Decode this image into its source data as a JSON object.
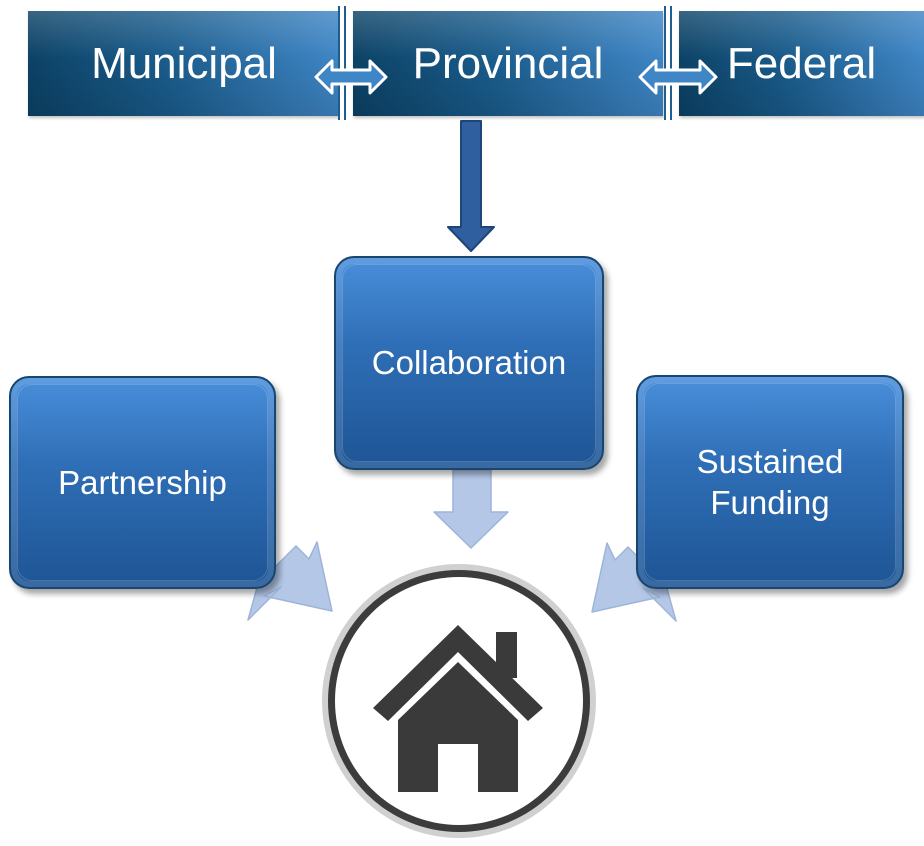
{
  "levels": [
    {
      "label": "Municipal"
    },
    {
      "label": "Provincial"
    },
    {
      "label": "Federal"
    }
  ],
  "pillars": [
    {
      "label": "Partnership"
    },
    {
      "label": "Collaboration"
    },
    {
      "label": "Sustained\nFunding"
    }
  ],
  "center": {
    "icon": "house-icon"
  },
  "colors": {
    "banner_dark": "#0c4266",
    "banner_light": "#3f86c6",
    "box_blue": "#2f6fb7",
    "arrow_light": "#b4c7e7",
    "arrow_dark": "#2f5f9e",
    "house": "#3a3a3a"
  }
}
